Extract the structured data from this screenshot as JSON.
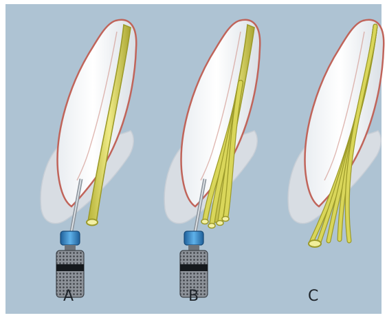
{
  "colors": {
    "background": "#aec3d3",
    "crown": "#ffffff",
    "crown_shade": "#d8dde3",
    "crown_outline": "#c0645a",
    "post": "#d9d65a",
    "post_dark": "#9c9a2a",
    "collar": "#2f86c8",
    "handle": "#7c8188"
  },
  "panels": [
    {
      "id": "A",
      "label": "A",
      "variant": "single-post-with-drill"
    },
    {
      "id": "B",
      "label": "B",
      "variant": "fanned-posts-with-drill"
    },
    {
      "id": "C",
      "label": "C",
      "variant": "splayed-fiber-bundle"
    }
  ]
}
